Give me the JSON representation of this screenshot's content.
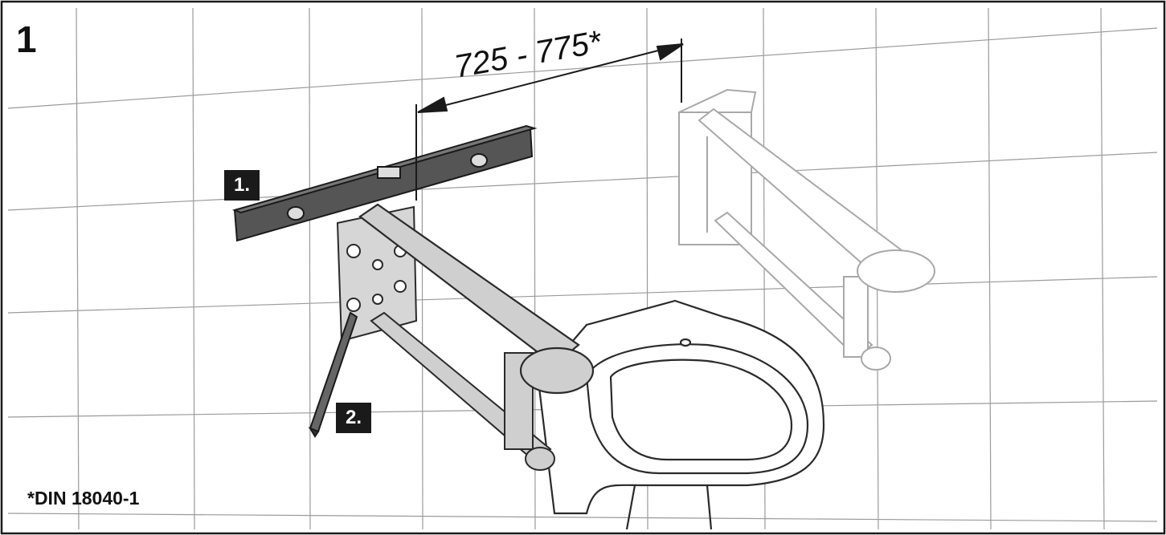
{
  "figure": {
    "step_number": "1",
    "dimension_label": "725 - 775*",
    "callouts": [
      "1.",
      "2."
    ],
    "footnote": "*DIN 18040-1"
  },
  "colors": {
    "tile_line": "#9a9a9a",
    "outline": "#2a2a2a",
    "spirit_level": "#555555",
    "bar_fill": "#cfcfcf",
    "ghost_line": "#a8a8a8",
    "callout_bg": "#1a1a1a"
  }
}
